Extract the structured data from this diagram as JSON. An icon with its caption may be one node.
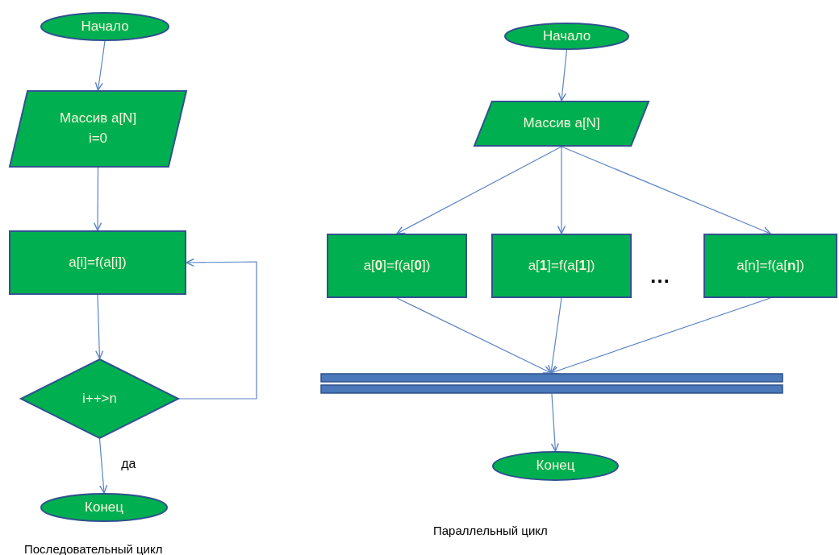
{
  "diagram": {
    "nodes": [
      {
        "text": [
          "Начало"
        ]
      },
      {
        "text": [
          "Массив a[N]",
          "i=0"
        ]
      },
      {
        "text": [
          "a[i]=f(a[i])"
        ]
      },
      {
        "text": [
          "i++>n"
        ]
      },
      {
        "text": [
          "Конец"
        ]
      },
      {
        "text": [
          "Начало"
        ]
      },
      {
        "text": [
          "Массив a[N]"
        ]
      },
      {
        "text": [
          "a[**0**]=f(a[**0**])"
        ]
      },
      {
        "text": [
          "a[**1**]=f(a[**1**])"
        ]
      },
      {
        "text": [
          "a[n]=f(a[**n**])"
        ]
      },
      {
        "text": [],
        "shape": "bar"
      },
      {
        "text": [
          "Конец"
        ]
      }
    ],
    "edges": [
      {
        "from": 0,
        "to": 1,
        "arrow": "to"
      },
      {
        "from": 1,
        "to": 2,
        "arrow": "to"
      },
      {
        "from": 2,
        "to": 3,
        "arrow": "to"
      },
      {
        "from": 3,
        "to": 4,
        "arrow": "to",
        "label": "да"
      },
      {
        "from": 3,
        "to": 2,
        "arrow": "to"
      },
      {
        "from": 5,
        "to": 6,
        "arrow": "to"
      },
      {
        "from": 6,
        "to": 7,
        "arrow": "to"
      },
      {
        "from": 6,
        "to": 8,
        "arrow": "to"
      },
      {
        "from": 6,
        "to": 9,
        "arrow": "to"
      },
      {
        "from": 7,
        "to": 10,
        "arrow": "to"
      },
      {
        "from": 8,
        "to": 10,
        "arrow": "to"
      },
      {
        "from": 9,
        "to": 10,
        "arrow": "to"
      },
      {
        "from": 10,
        "to": 11,
        "arrow": "to"
      }
    ],
    "labels": [
      "…",
      "Параллельный цикл",
      "Последовательный цикл"
    ]
  }
}
